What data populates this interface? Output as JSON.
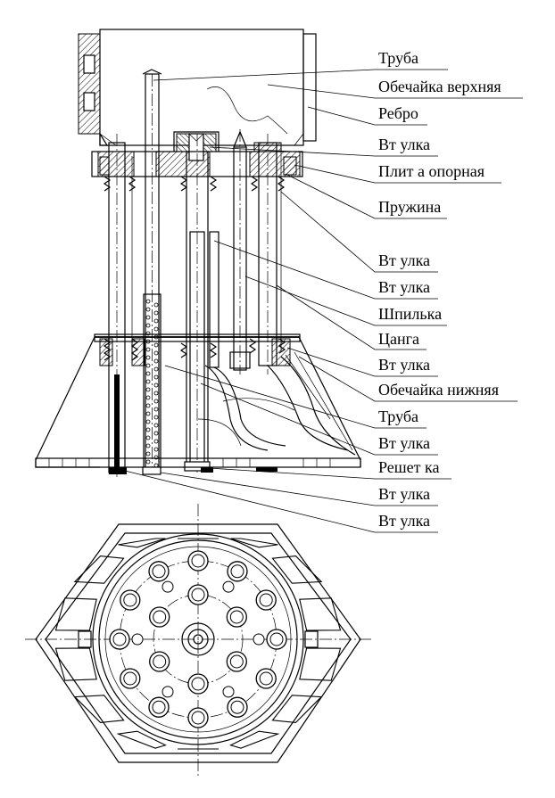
{
  "labels": [
    "Труба",
    "Обечайка верхняя",
    "Ребро",
    "Вт улка",
    "Плит а опорная",
    "Пружина",
    "Вт улка",
    "Вт улка",
    "Шпилька",
    "Цанга",
    "Вт улка",
    "Обечайка нижняя",
    "Труба",
    "Вт улка",
    "Решет ка",
    "Вт улка",
    "Вт улка"
  ]
}
